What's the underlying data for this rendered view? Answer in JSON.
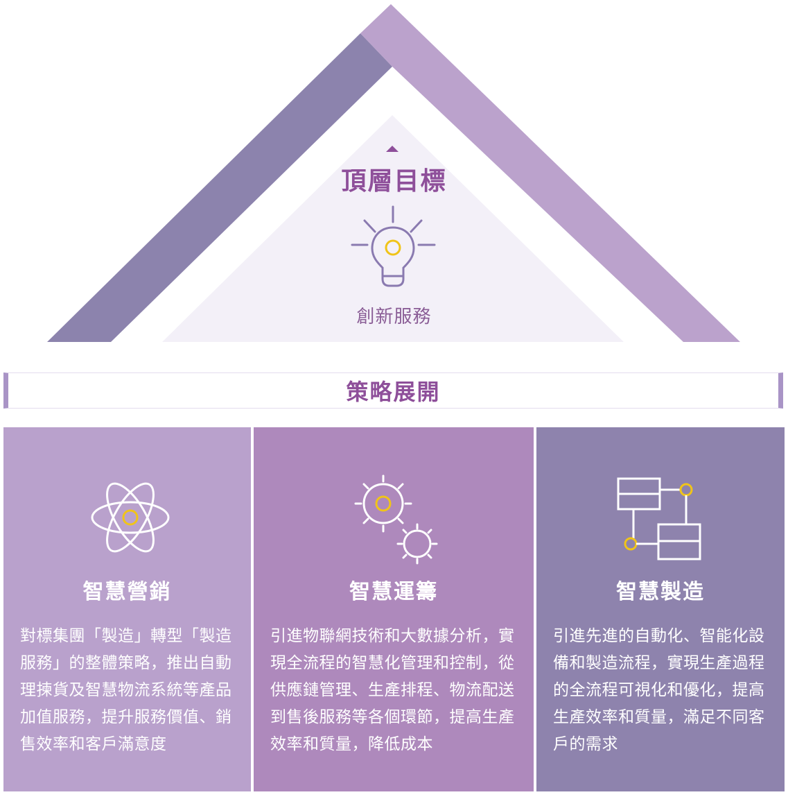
{
  "top": {
    "title": "頂層目標",
    "subtitle": "創新服務",
    "icon": "lightbulb-icon"
  },
  "strategy": {
    "title": "策略展開"
  },
  "panels": [
    {
      "title": "智慧營銷",
      "icon": "atom-icon",
      "body": "對標集團「製造」轉型「製造服務」的整體策略，推出自動理揀貨及智慧物流系統等產品加值服務，提升服務價值、銷售效率和客戶滿意度"
    },
    {
      "title": "智慧運籌",
      "icon": "gears-icon",
      "body": "引進物聯網技術和大數據分析，實現全流程的智慧化管理和控制，從供應鏈管理、生產排程、物流配送到售後服務等各個環節，提高生產效率和質量，降低成本"
    },
    {
      "title": "智慧製造",
      "icon": "flowchart-icon",
      "body": "引進先進的自動化、智能化設備和製造流程，實現生產過程的全流程可視化和優化，提高生產效率和質量，滿足不同客戶的需求"
    }
  ],
  "colors": {
    "accent_purple": "#8e4f9a",
    "roof_left": "#8c83ad",
    "roof_right": "#bba2cc",
    "inner_triangle": "#f3f0f8",
    "icon_yellow": "#f0c419"
  }
}
